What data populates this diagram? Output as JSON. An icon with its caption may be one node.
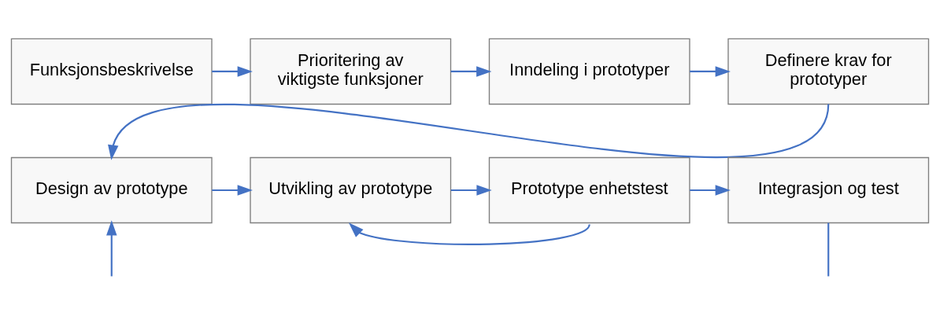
{
  "diagram": {
    "nodes": [
      {
        "text": [
          "Funksjonsbeskrivelse"
        ]
      },
      {
        "text": [
          "Prioritering av viktigste funksjoner"
        ]
      },
      {
        "text": [
          "Inndeling i prototyper"
        ]
      },
      {
        "text": [
          "Definere krav for prototyper"
        ]
      },
      {
        "text": [
          "Design av prototype"
        ]
      },
      {
        "text": [
          "Utvikling av prototype"
        ]
      },
      {
        "text": [
          "Prototype enhetstest"
        ]
      },
      {
        "text": [
          "Integrasjon og test"
        ]
      }
    ],
    "edges": [
      {
        "from": 0,
        "to": 1,
        "arrow": "to"
      },
      {
        "from": 1,
        "to": 2,
        "arrow": "to"
      },
      {
        "from": 2,
        "to": 3,
        "arrow": "to"
      },
      {
        "from": 3,
        "to": 4,
        "arrow": "to"
      },
      {
        "from": 4,
        "to": 5,
        "arrow": "to"
      },
      {
        "from": 5,
        "to": 6,
        "arrow": "to"
      },
      {
        "from": 6,
        "to": 7,
        "arrow": "to"
      },
      {
        "from": 6,
        "to": 5,
        "arrow": "to"
      },
      {
        "from": null,
        "to": 4,
        "arrow": "to"
      },
      {
        "from": 7,
        "to": null,
        "arrow": "none"
      }
    ]
  }
}
